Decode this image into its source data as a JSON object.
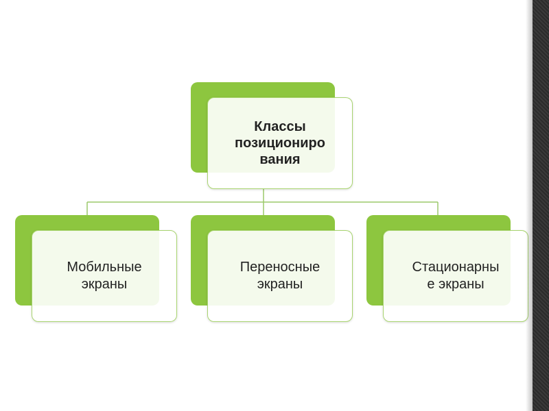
{
  "colors": {
    "accent_green": "#8dc63f",
    "card_border": "#a8d46f",
    "connector": "#9bc86a",
    "text": "#222222"
  },
  "diagram": {
    "root": {
      "label": "Классы\nпозициониро\nвания"
    },
    "children": [
      {
        "label": "Мобильные\nэкраны"
      },
      {
        "label": "Переносные\nэкраны"
      },
      {
        "label": "Стационарны\nе экраны"
      }
    ]
  }
}
